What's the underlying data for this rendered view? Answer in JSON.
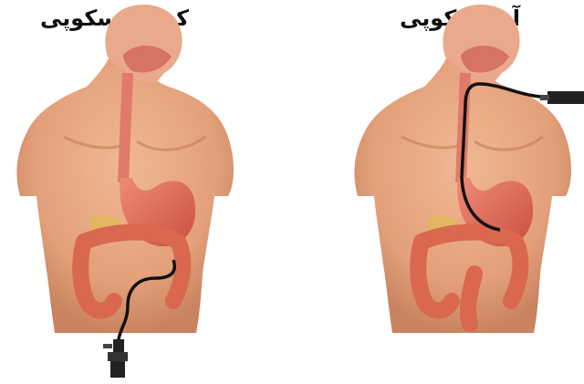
{
  "panels": [
    {
      "title": "کولونوسکوپی",
      "procedure": "colonoscopy",
      "scope_route": "rectum"
    },
    {
      "title": "آندوسکوپی",
      "procedure": "endoscopy",
      "scope_route": "mouth"
    }
  ],
  "colors": {
    "skin": "#e8a47c",
    "skin_shadow": "#c9805a",
    "esophagus": "#e07a6a",
    "stomach": "#e8705e",
    "colon": "#d9684f",
    "scope": "#111111",
    "background": "#ffffff"
  }
}
